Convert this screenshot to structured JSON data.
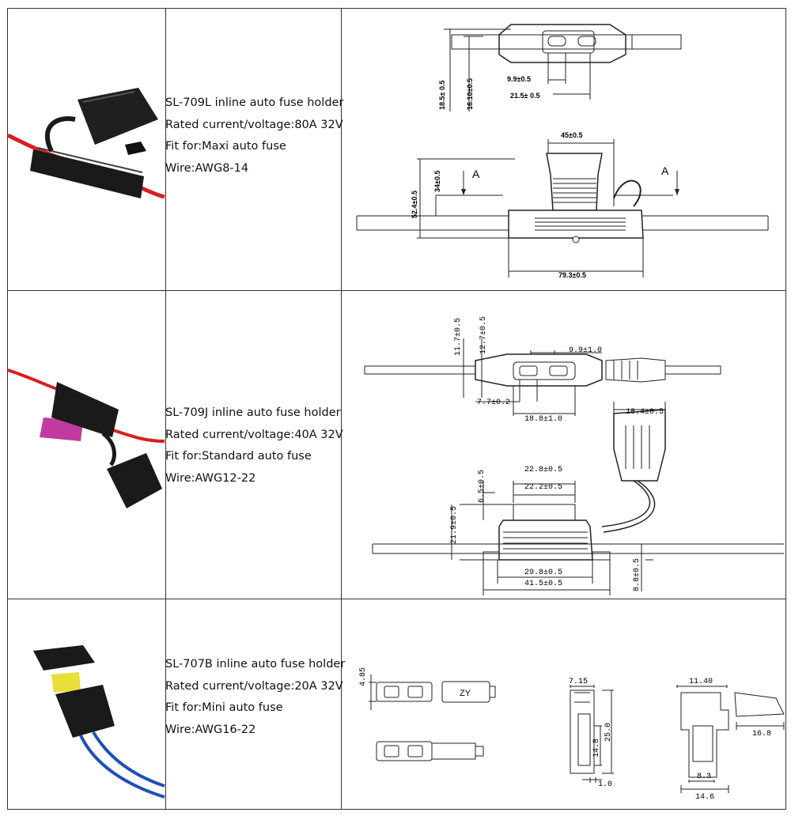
{
  "rows": [
    {
      "model": "SL-709L inline auto fuse holder",
      "rating": "Rated current/voltage:80A 32V",
      "fit": "Fit for:Maxi auto fuse",
      "wire": "Wire:AWG8-14",
      "dims": {
        "top_h1": "18.5± 0.5",
        "top_h2": "16.10±0.5",
        "w1": "9.9±0.5",
        "w2": "21.5± 0.5",
        "top_w": "45±0.5",
        "h_body": "34±0.5",
        "h_total": "52.4±0.5",
        "bottom_w": "79.3±0.5",
        "section_l": "A",
        "section_r": "A"
      }
    },
    {
      "model": "SL-709J inline auto fuse holder",
      "rating": "Rated current/voltage:40A 32V",
      "fit": "Fit for:Standard auto fuse",
      "wire": "Wire:AWG12-22",
      "dims": {
        "h1": "11.7±0.5",
        "h2": "12.7±0.5",
        "w1": "9.9±1.0",
        "w2": "7.7±0.2",
        "w3": "18.8±1.0",
        "cap_w": "18.4±0.5",
        "top_w1": "22.8±0.5",
        "top_w2": "22.2±0.5",
        "cap_h": "6.5±0.5",
        "body_h": "21.9±0.5",
        "base_w1": "29.8±0.5",
        "base_w2": "41.5±0.5",
        "wire_h": "8.8±0.5"
      }
    },
    {
      "model": "SL-707B inline auto fuse holder",
      "rating": "Rated current/voltage:20A 32V",
      "fit": "Fit for:Mini auto fuse",
      "wire": "Wire:AWG16-22",
      "dims": {
        "h1": "4.85",
        "fuse_text": "ZY",
        "w1": "7.15",
        "h2": "14.8",
        "h3": "25.0",
        "w2": "1.0",
        "w3": "11.40",
        "w4": "16.8",
        "w5": "8.3",
        "w6": "14.6"
      }
    }
  ],
  "colors": {
    "wire_red": "#d6201f",
    "holder_black": "#1a1a1a",
    "fuse_pink": "#c03aa0",
    "fuse_yellow": "#e8e03a",
    "wire_blue": "#1f4fb8"
  }
}
